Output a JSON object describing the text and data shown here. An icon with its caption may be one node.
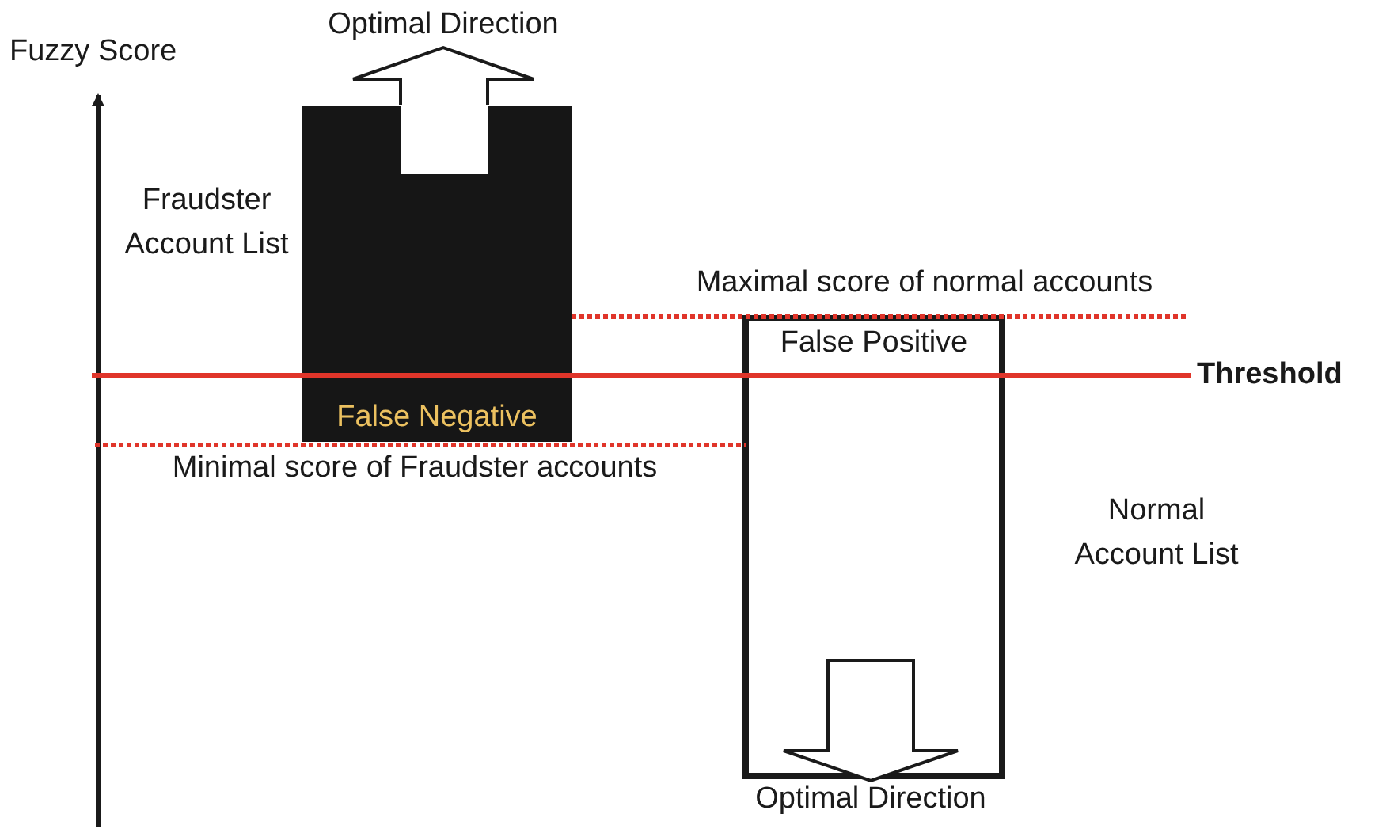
{
  "diagram": {
    "nodes": [
      {
        "text": [
          "False Negative"
        ],
        "beside": [
          "Fraudster Account List"
        ]
      },
      {
        "text": [
          "False Positive"
        ],
        "beside": [
          "Normal Account List"
        ]
      }
    ],
    "labels": [
      "Optimal Direction",
      "Fuzzy Score",
      "Maximal score of normal accounts",
      "Threshold",
      "Minimal score of Fraudster accounts",
      "Optimal Direction"
    ]
  }
}
